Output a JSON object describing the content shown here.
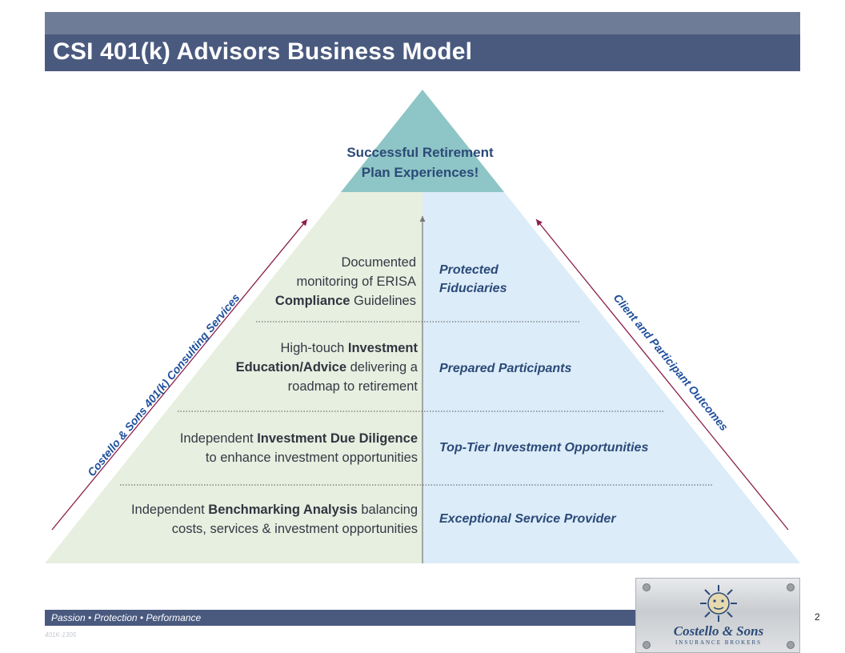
{
  "header": {
    "title": "CSI 401(k) Advisors Business Model"
  },
  "apex": {
    "line1": "Successful Retirement",
    "line2": "Plan Experiences!"
  },
  "left_side": [
    {
      "pre": "Documented",
      "line2": "monitoring of ERISA",
      "bold": "Compliance",
      "post": " Guidelines"
    },
    {
      "pre": "High-touch ",
      "bold": "Investment",
      "bold2": "Education/Advice",
      "post": " delivering a",
      "line3": "roadmap to retirement"
    },
    {
      "pre": "Independent ",
      "bold": "Investment Due Diligence",
      "line2": "to enhance investment opportunities"
    },
    {
      "pre": "Independent ",
      "bold": "Benchmarking Analysis",
      "post": " balancing",
      "line2": "costs, services & investment opportunities"
    }
  ],
  "right_side": [
    {
      "line1": "Protected",
      "line2": "Fiduciaries"
    },
    {
      "line1": "Prepared Participants"
    },
    {
      "line1": "Top-Tier Investment Opportunities"
    },
    {
      "line1": "Exceptional Service Provider"
    }
  ],
  "side_labels": {
    "left": "Costello & Sons 401(k)  Consulting Services",
    "right": "Client and Participant Outcomes"
  },
  "footer": {
    "tagline": "Passion • Protection • Performance",
    "doc_code": "401K-1305",
    "page_number": "2"
  },
  "logo": {
    "name": "Costello & Sons",
    "subtitle": "INSURANCE BROKERS"
  },
  "colors": {
    "header": "#4a5a7f",
    "apex": "#8ec5c6",
    "left_fill": "#e6efe0",
    "right_fill": "#dcecf8",
    "arrow": "#8b1f4a",
    "text_blue": "#2b4a78"
  }
}
